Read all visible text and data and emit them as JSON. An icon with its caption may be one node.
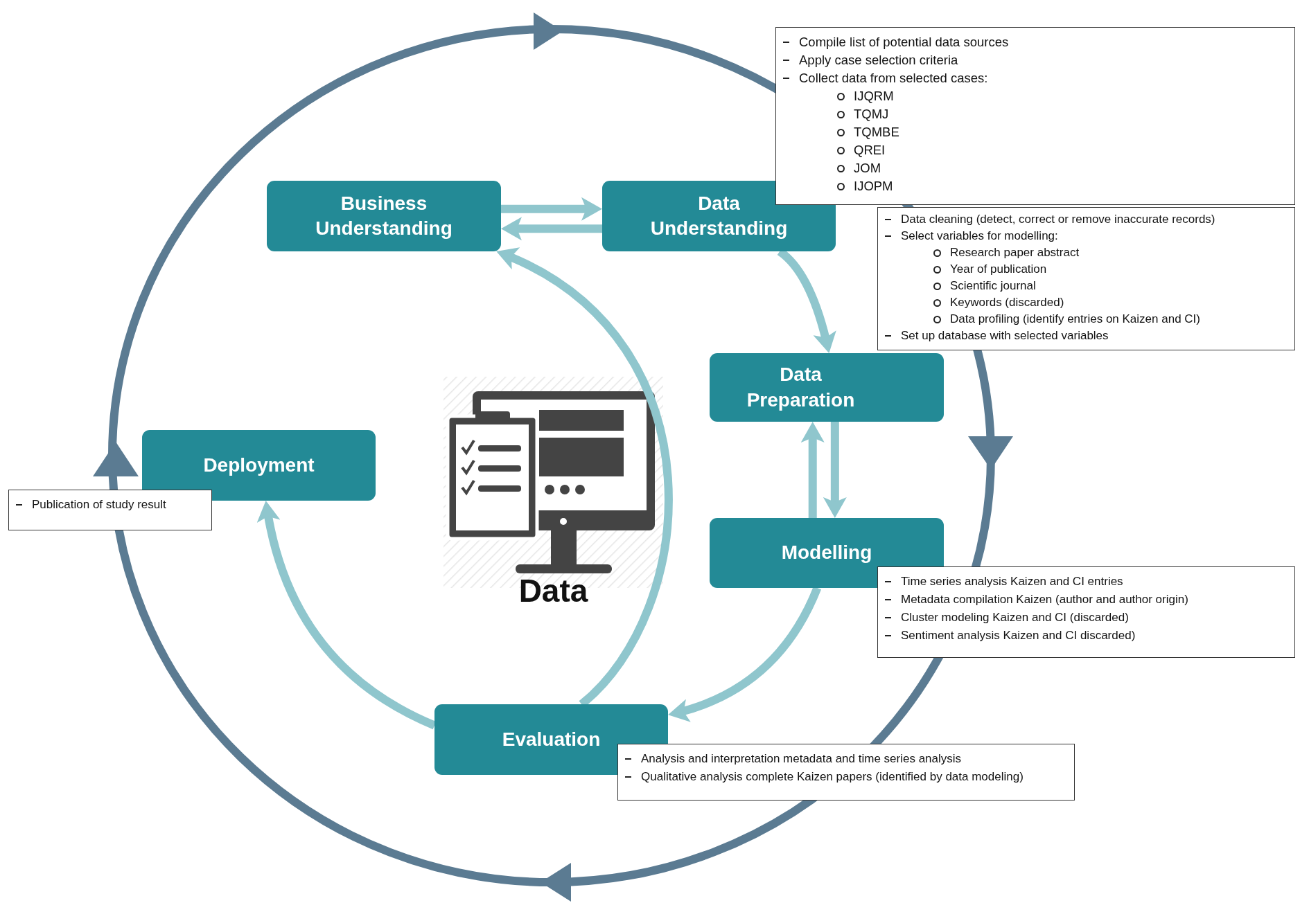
{
  "diagram": {
    "nodes": [
      {
        "text": [
          "Compile list of potential data sources",
          "Apply case selection criteria",
          "Collect data from selected cases:",
          "IJQRM",
          "TQMJ",
          "TQMBE",
          "QREI",
          "JOM",
          "IJOPM"
        ]
      },
      {
        "text": [
          "Business Understanding"
        ]
      },
      {
        "text": [
          "Data Understanding"
        ]
      },
      {
        "text": [
          "Data cleaning (detect, correct or remove inaccurate records)",
          "Select variables for modelling:",
          "Research paper abstract",
          "Year of publication",
          "Scientific journal",
          "Keywords (discarded)",
          "Data profiling (identify entries on Kaizen and CI)",
          "Set up database with selected variables"
        ]
      },
      {
        "text": [
          "Data Preparation"
        ]
      },
      {
        "text": [
          "Deployment"
        ]
      },
      {
        "text": [
          "Publication of study result"
        ]
      },
      {
        "text": [
          "Modelling"
        ]
      },
      {
        "text": [
          "Time series analysis Kaizen and CI entries",
          "Metadata compilation Kaizen (author and author origin)",
          "Cluster modeling Kaizen and CI (discarded)",
          "Sentiment analysis Kaizen and CI discarded)"
        ]
      },
      {
        "text": [
          "Evaluation"
        ]
      },
      {
        "text": [
          "Analysis and interpretation metadata and time series analysis",
          "Qualitative analysis complete Kaizen papers (identified by data modeling)"
        ]
      }
    ],
    "edges": [
      {
        "from": 1,
        "to": 2,
        "arrow": "to"
      },
      {
        "from": 2,
        "to": 1,
        "arrow": "to"
      },
      {
        "from": 2,
        "to": 4,
        "arrow": "to"
      },
      {
        "from": 4,
        "to": 7,
        "arrow": "to"
      },
      {
        "from": 7,
        "to": 4,
        "arrow": "to"
      },
      {
        "from": 7,
        "to": 9,
        "arrow": "to"
      },
      {
        "from": 9,
        "to": 1,
        "arrow": "to"
      },
      {
        "from": 9,
        "to": 5,
        "arrow": "to"
      }
    ],
    "labels": [
      "Data"
    ]
  }
}
